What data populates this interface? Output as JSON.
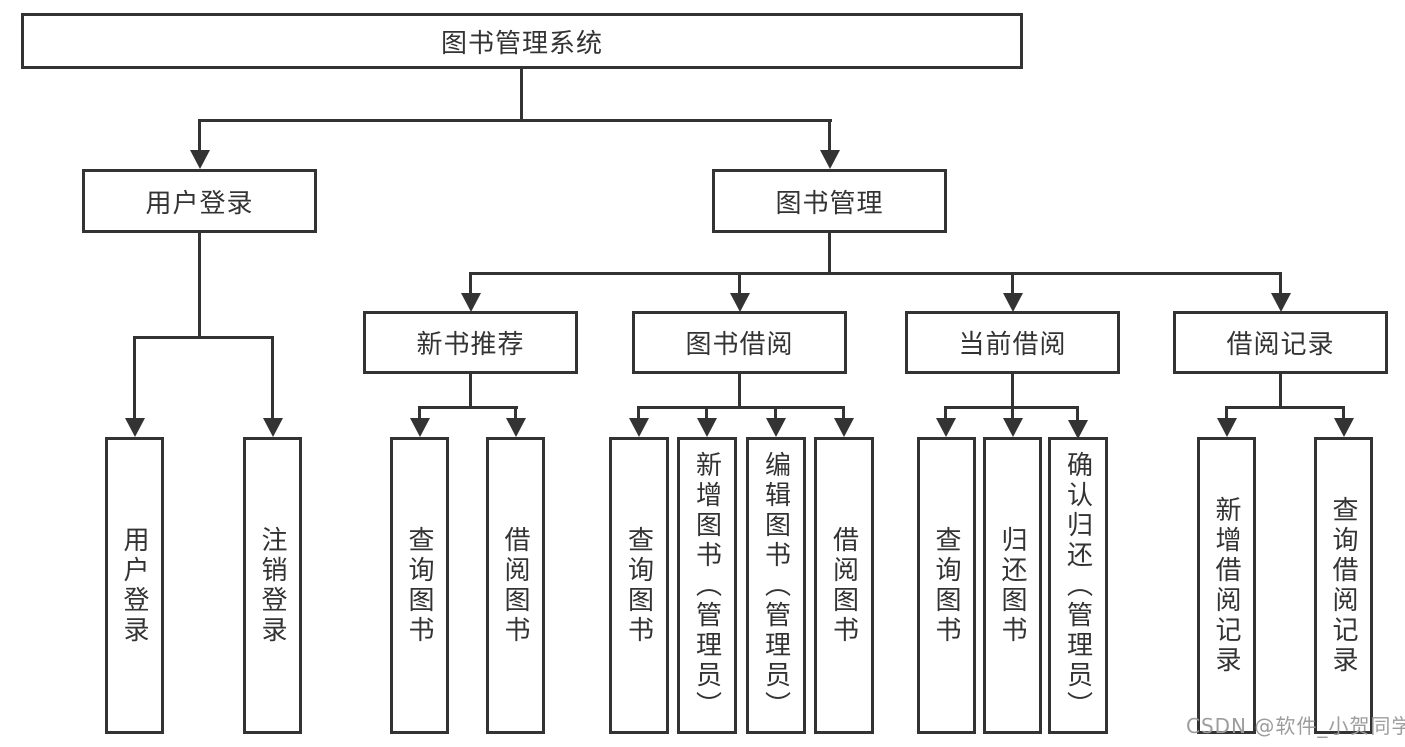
{
  "palette": {
    "stroke": "#333333",
    "text": "#333333",
    "node_background": "#ffffff",
    "page_background": "#ffffff",
    "watermark_color": "#9d9d9d"
  },
  "watermark": {
    "label": "CSDN @软件_小贺同学"
  },
  "diagram": {
    "type": "hierarchy-structure-diagram",
    "root": {
      "label": "图书管理系统"
    },
    "branches": [
      {
        "label": "用户登录",
        "leaves": [
          {
            "label": "用户登录"
          },
          {
            "label": "注销登录"
          }
        ]
      },
      {
        "label": "图书管理",
        "groups": [
          {
            "label": "新书推荐",
            "leaves": [
              {
                "label": "查询图书"
              },
              {
                "label": "借阅图书"
              }
            ]
          },
          {
            "label": "图书借阅",
            "leaves": [
              {
                "label": "查询图书"
              },
              {
                "label": "新增图书（管理员）"
              },
              {
                "label": "编辑图书（管理员）"
              },
              {
                "label": "借阅图书"
              }
            ]
          },
          {
            "label": "当前借阅",
            "leaves": [
              {
                "label": "查询图书"
              },
              {
                "label": "归还图书"
              },
              {
                "label": "确认归还（管理员）"
              }
            ]
          },
          {
            "label": "借阅记录",
            "leaves": [
              {
                "label": "新增借阅记录"
              },
              {
                "label": "查询借阅记录"
              }
            ]
          }
        ]
      }
    ]
  }
}
